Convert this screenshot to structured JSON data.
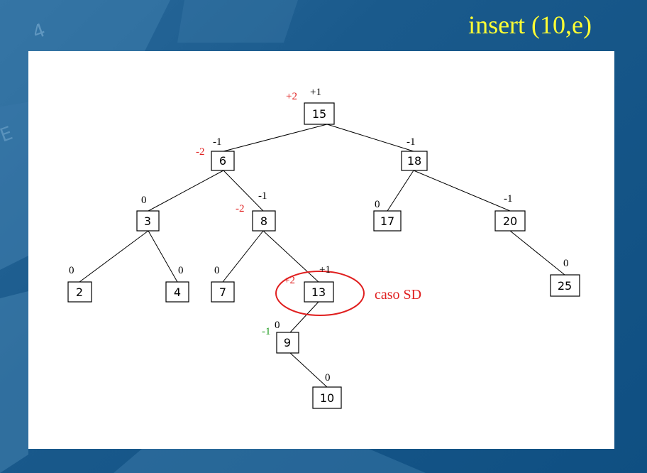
{
  "title": "insert (10,e)",
  "case_label": "caso SD",
  "nodes": {
    "n15": {
      "key": "15",
      "bf": "+1",
      "bf_prev": "+2"
    },
    "n6": {
      "key": "6",
      "bf": "-1",
      "bf_prev": "-2"
    },
    "n18": {
      "key": "18",
      "bf": "-1"
    },
    "n3": {
      "key": "3",
      "bf": "0"
    },
    "n8": {
      "key": "8",
      "bf": "-1",
      "bf_prev": "-2"
    },
    "n17": {
      "key": "17",
      "bf": "0"
    },
    "n20": {
      "key": "20",
      "bf": "-1"
    },
    "n2": {
      "key": "2",
      "bf": "0"
    },
    "n4": {
      "key": "4",
      "bf": "0"
    },
    "n7": {
      "key": "7",
      "bf": "0"
    },
    "n13": {
      "key": "13",
      "bf": "+1",
      "bf_prev": "+2"
    },
    "n25": {
      "key": "25",
      "bf": "0"
    },
    "n9": {
      "key": "9",
      "bf": "0",
      "bf_prev": "-1"
    },
    "n10": {
      "key": "10",
      "bf": "0"
    }
  },
  "colors": {
    "title": "#ffff33",
    "highlight": "#e02020",
    "green": "#1a9a1a"
  }
}
